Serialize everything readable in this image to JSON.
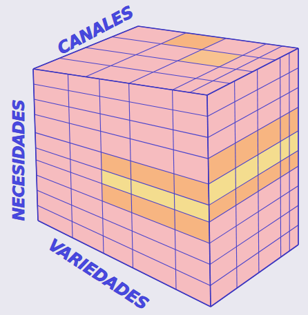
{
  "diagram": {
    "labels": [
      "CANALES",
      "NECESIDADES",
      "VARIEDADES"
    ]
  }
}
